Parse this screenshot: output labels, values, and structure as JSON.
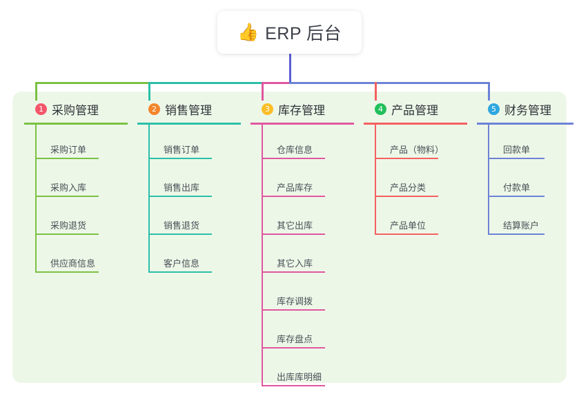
{
  "root": {
    "icon": "thumbs-up-icon",
    "emoji": "👍",
    "title": "ERP 后台"
  },
  "theme": {
    "page_bg": "#ffffff",
    "panel_bg": "#edf7e8",
    "stem_color": "#5a5ed0",
    "text_color": "#2f3338",
    "item_text_color": "#4a4f56"
  },
  "columns": [
    {
      "number": "1",
      "title": "采购管理",
      "badge_color": "#f4566b",
      "line_color": "#7ac143",
      "items": [
        "采购订单",
        "采购入库",
        "采购退货",
        "供应商信息"
      ]
    },
    {
      "number": "2",
      "title": "销售管理",
      "badge_color": "#f5852a",
      "line_color": "#2bbfa8",
      "items": [
        "销售订单",
        "销售出库",
        "销售退货",
        "客户信息"
      ]
    },
    {
      "number": "3",
      "title": "库存管理",
      "badge_color": "#fbbe27",
      "line_color": "#e0569f",
      "items": [
        "仓库信息",
        "产品库存",
        "其它出库",
        "其它入库",
        "库存调拨",
        "库存盘点",
        "出库库明细"
      ]
    },
    {
      "number": "4",
      "title": "产品管理",
      "badge_color": "#22bf5b",
      "line_color": "#f4605f",
      "items": [
        "产品（物料）",
        "产品分类",
        "产品单位"
      ]
    },
    {
      "number": "5",
      "title": "财务管理",
      "badge_color": "#2ea7e0",
      "line_color": "#6c82d6",
      "items": [
        "回款单",
        "付款单",
        "结算账户"
      ]
    }
  ]
}
